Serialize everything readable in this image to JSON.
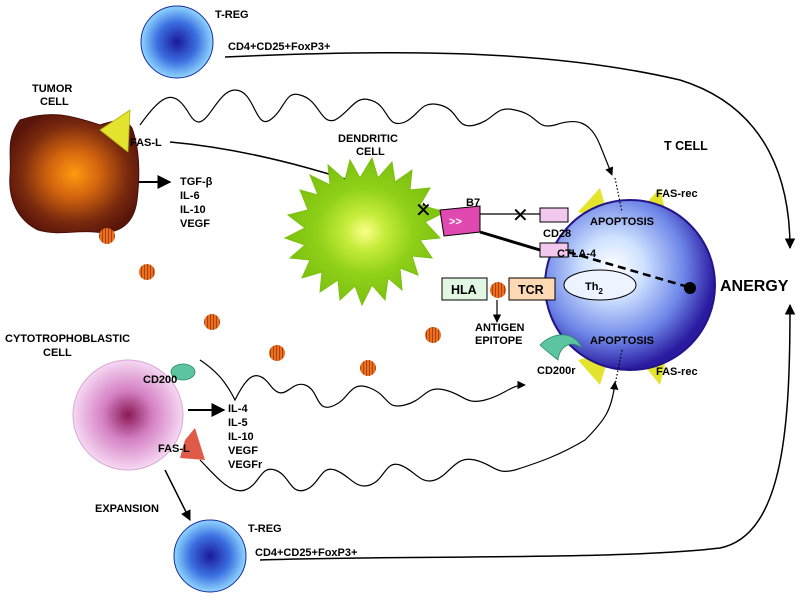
{
  "treg_top": {
    "title": "T-REG",
    "marker": "CD4+CD25+FoxP3+"
  },
  "treg_bottom": {
    "title": "T-REG",
    "marker": "CD4+CD25+FoxP3+"
  },
  "tumor": {
    "title_line1": "TUMOR",
    "title_line2": "CELL",
    "fasl": "FAS-L",
    "secreted": [
      "TGF-β",
      "IL-6",
      "IL-10",
      "VEGF"
    ]
  },
  "dendritic": {
    "title_line1": "DENDRITIC",
    "title_line2": "CELL"
  },
  "tcell": {
    "title": "T CELL",
    "fas_rec_top": "FAS-rec",
    "fas_rec_bottom": "FAS-rec",
    "apoptosis_top": "APOPTOSIS",
    "apoptosis_bottom": "APOPTOSIS",
    "cd28": "CD28",
    "ctla4": "CTLA-4",
    "th2": "Th",
    "th2_sub": "2"
  },
  "b7": {
    "label": "B7",
    "symbol": ">>"
  },
  "hla": "HLA",
  "tcr": "TCR",
  "antigen_line1": "ANTIGEN",
  "antigen_line2": "EPITOPE",
  "cd200r": "CD200r",
  "anergy": "ANERGY",
  "cytotrophoblast": {
    "title_line1": "CYTOTROPHOBLASTIC",
    "title_line2": "CELL",
    "cd200": "CD200",
    "fasl": "FAS-L",
    "secreted": [
      "IL-4",
      "IL-5",
      "IL-10",
      "VEGF",
      "VEGFr"
    ]
  },
  "expansion": "EXPANSION",
  "colors": {
    "tumor": "#6b1a0c",
    "tumor_core": "#e07a10",
    "dendritic": "#8ccc14",
    "tcell_edge": "#3a2aa8",
    "tcell_core": "#eef4ff",
    "treg": "#2a3fd0",
    "cytotrophoblast": "#f2c6ef",
    "fas": "#dede2a",
    "b7": "#e040a0",
    "hla": "#dff6df",
    "tcr": "#ffd6b0",
    "particle": "#e0641a",
    "cd200": "#5cc4a0"
  }
}
